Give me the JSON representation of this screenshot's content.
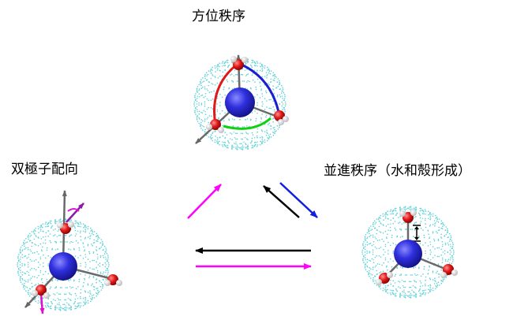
{
  "labels": {
    "orientational": "方位秩序",
    "dipole": "双極子配向",
    "translational": "並進秩序（水和殻形成）"
  },
  "colors": {
    "sphere_dots": "#5bd0d6",
    "ion": "#2b2bd6",
    "oxygen": "#e01818",
    "hydrogen": "#f2f2f2",
    "bond": "#707070",
    "arc_red": "#e01818",
    "arc_blue": "#1c1cd0",
    "arc_green": "#10d010",
    "arrow_magenta": "#ff00ff",
    "arrow_black": "#000000",
    "arrow_blue": "#1020e0",
    "dipole_purple": "#8a1aa8",
    "dipole_pink": "#e010d0"
  },
  "icons": {
    "cluster": "ion-hydration-cluster-icon"
  }
}
